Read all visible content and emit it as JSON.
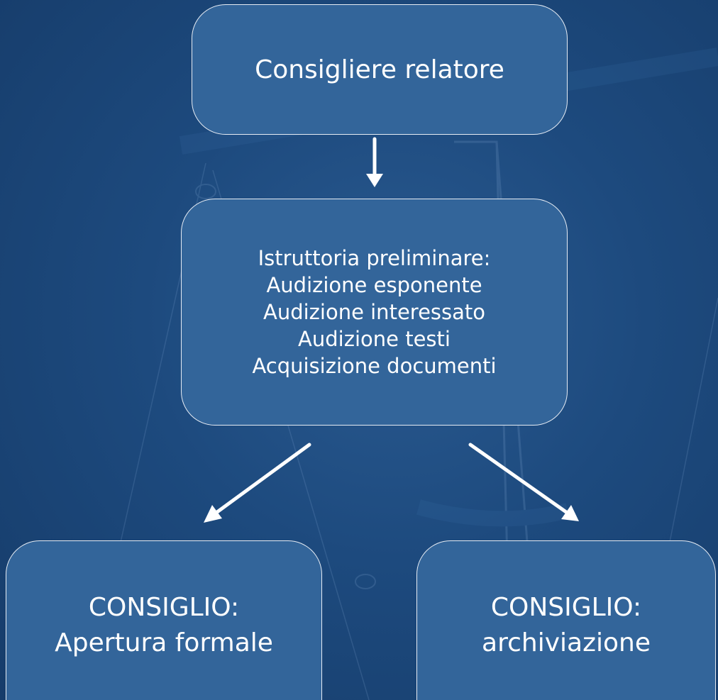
{
  "colors": {
    "background": "#1d4a7e",
    "box_fill": "#33659a",
    "box_border": "#e6ecf4",
    "text": "#ffffff",
    "arrow": "#ffffff"
  },
  "nodes": {
    "top": {
      "label": "Consigliere relatore"
    },
    "middle": {
      "lines": [
        "Istruttoria preliminare:",
        "Audizione esponente",
        "Audizione interessato",
        "Audizione testi",
        "Acquisizione documenti"
      ]
    },
    "left": {
      "lines": [
        "CONSIGLIO:",
        "Apertura formale"
      ]
    },
    "right": {
      "lines": [
        "CONSIGLIO:",
        "archiviazione"
      ]
    }
  },
  "edges": [
    {
      "from": "top",
      "to": "middle"
    },
    {
      "from": "middle",
      "to": "left"
    },
    {
      "from": "middle",
      "to": "right"
    }
  ]
}
